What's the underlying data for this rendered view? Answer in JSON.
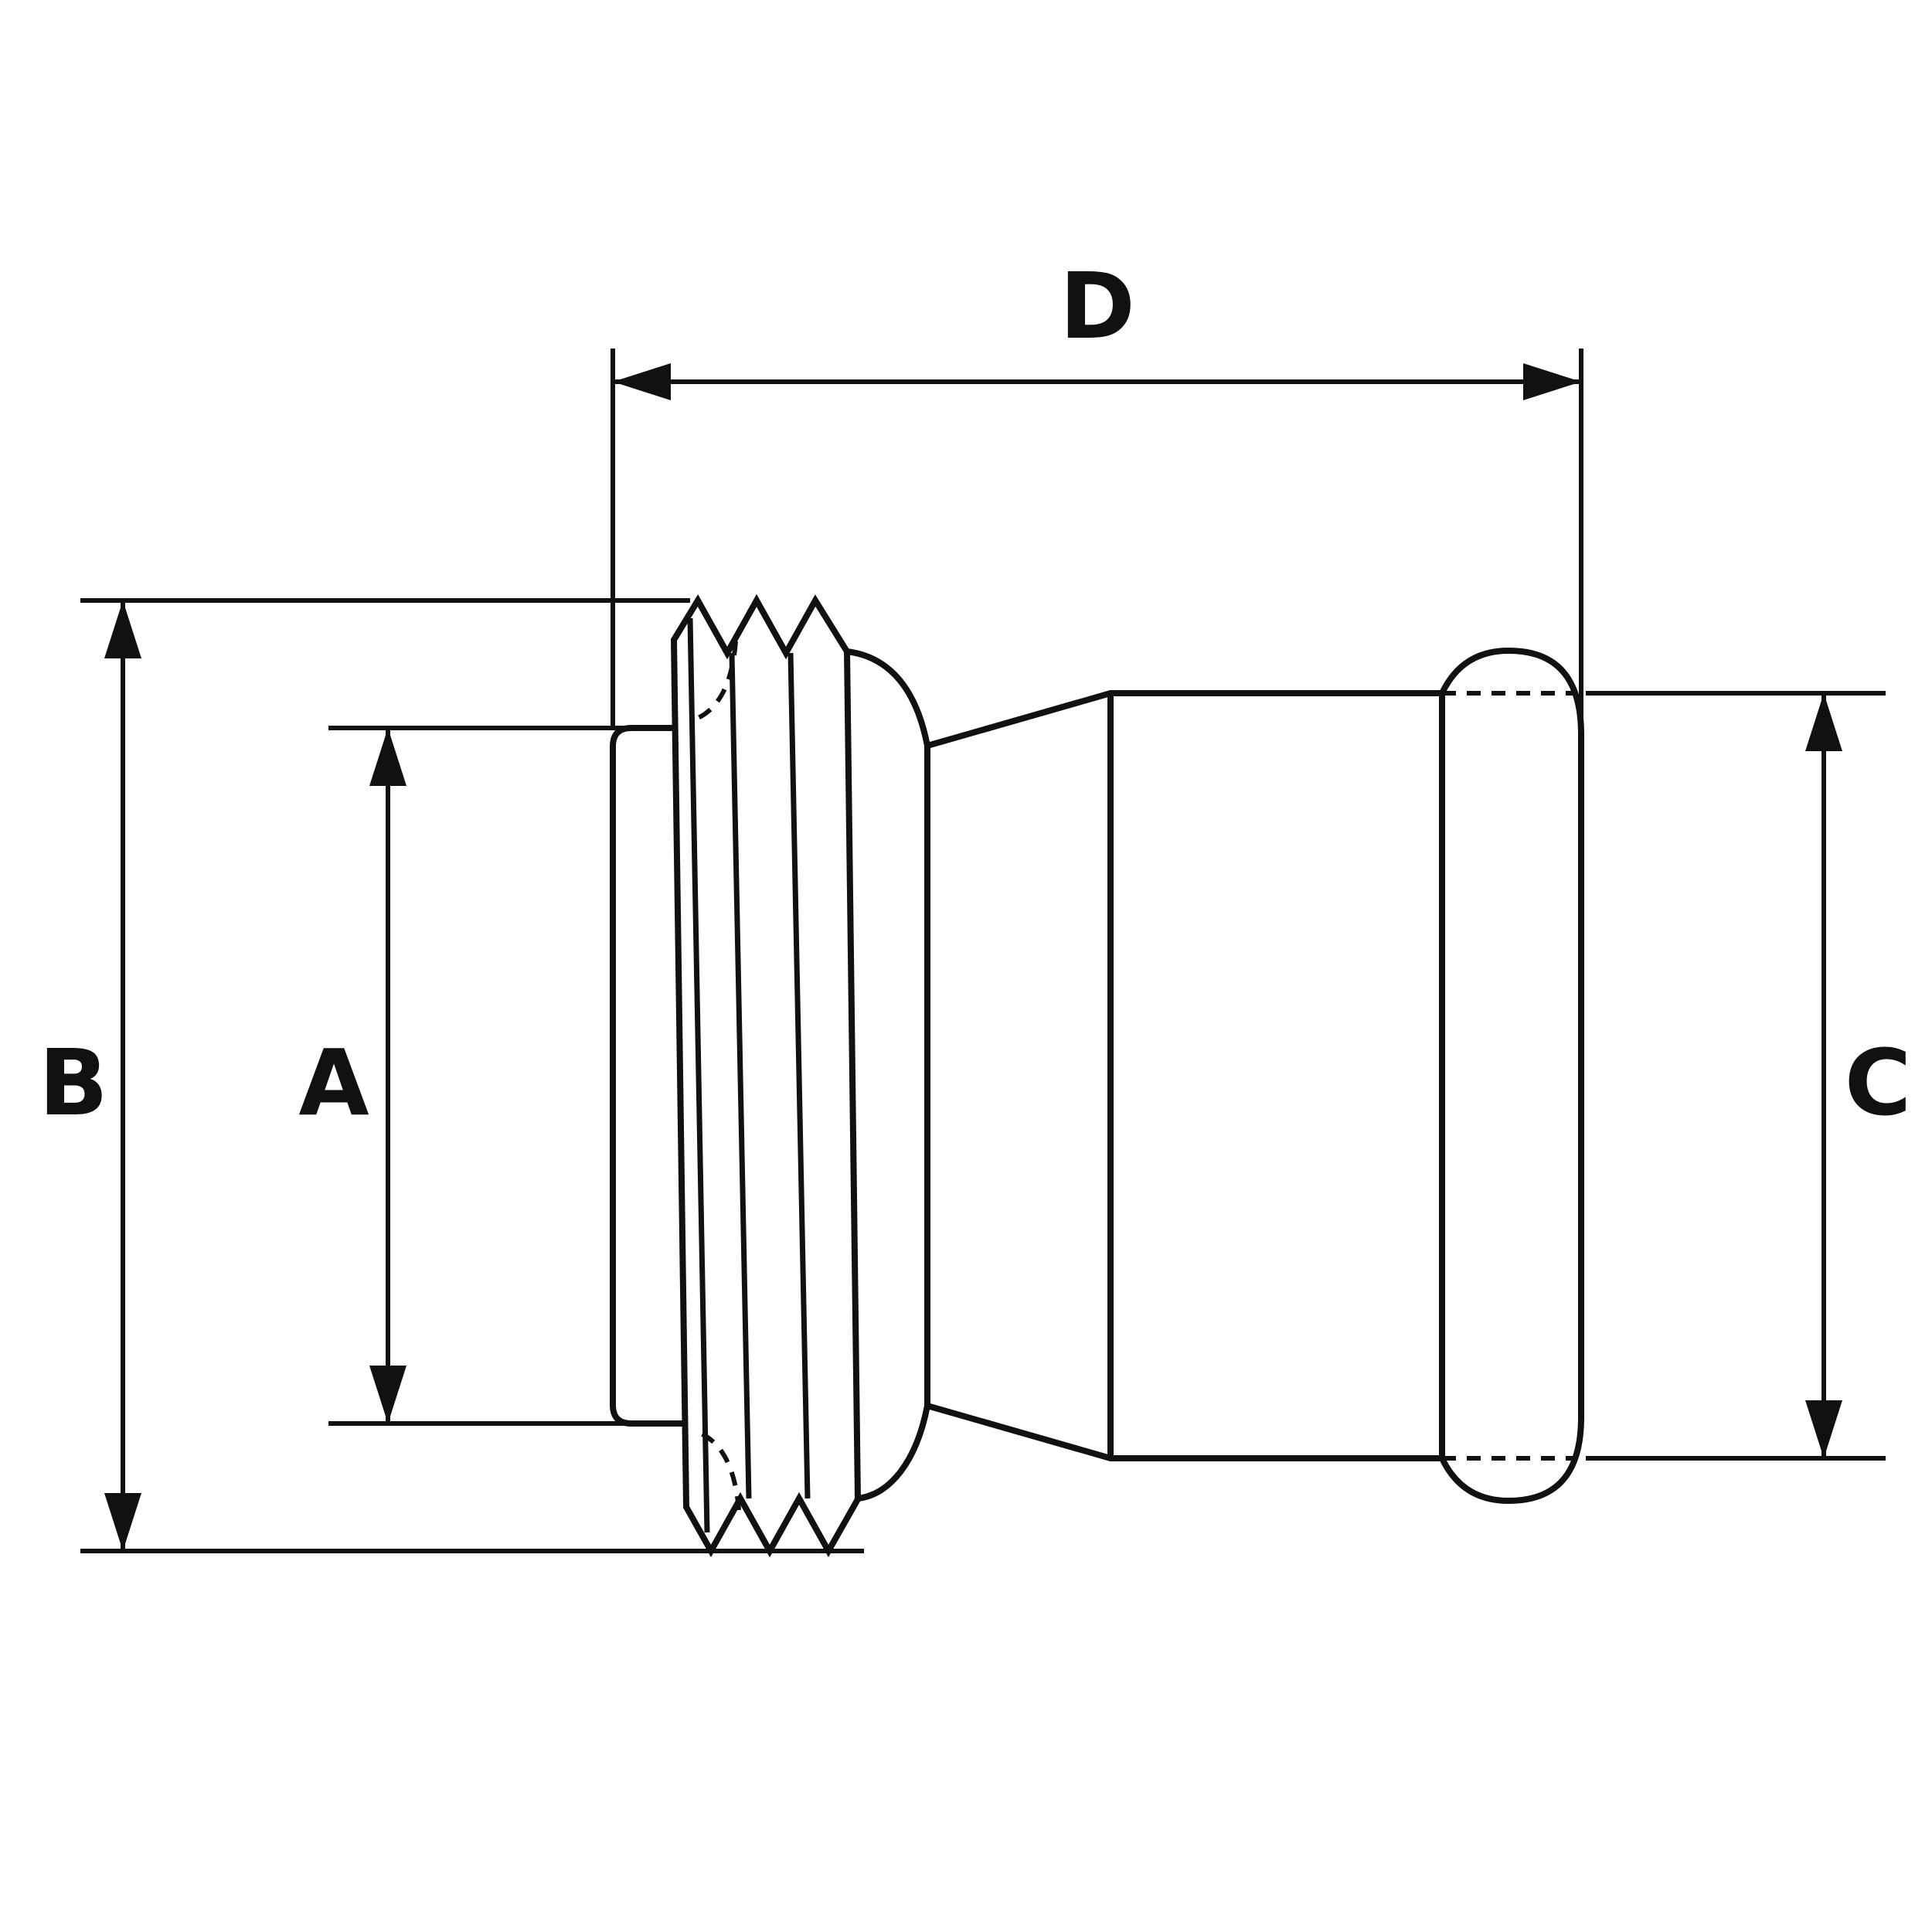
{
  "drawing": {
    "background": "#ffffff",
    "stroke_color": "#111111",
    "label_color": "#111111",
    "view": "pipe-fitting-side-view",
    "dimensions": {
      "a": {
        "label": "A",
        "orientation": "vertical"
      },
      "b": {
        "label": "B",
        "orientation": "vertical"
      },
      "c": {
        "label": "C",
        "orientation": "vertical"
      },
      "d": {
        "label": "D",
        "orientation": "horizontal"
      }
    }
  }
}
